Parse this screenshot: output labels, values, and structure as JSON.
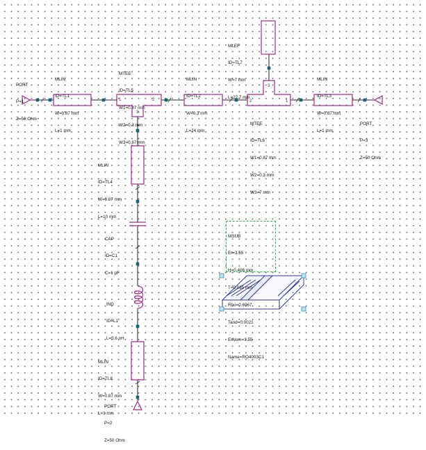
{
  "colors": {
    "component": "#a0288c",
    "wire": "#222222",
    "node": "#0c6e86",
    "msub_outline": "#2db84c",
    "substrate": "#2c3a8c"
  },
  "components": {
    "port1": {
      "lines": [
        "PORT",
        "P=1",
        "Z=50 Ohm"
      ]
    },
    "tl1": {
      "lines": [
        "MLIN",
        "ID=TL1",
        "W=0.87 mm",
        "L=1 mm"
      ]
    },
    "tl5": {
      "lines": [
        "MTEE",
        "ID=TL5",
        "W1=0.87 mm",
        "W2=0.3 mm",
        "W3=0.87 mm"
      ],
      "pins": [
        "1",
        "2",
        "3"
      ]
    },
    "tl2": {
      "lines": [
        "MLIN",
        "ID=TL2",
        "W=0.3 mm",
        "L=24 mm"
      ]
    },
    "tl7": {
      "lines": [
        "MLEF",
        "ID=TL7",
        "W=7 mm",
        "L=22.7 mm"
      ]
    },
    "tl6": {
      "lines": [
        "MTEE",
        "ID=TL6",
        "W1=0.87 mm",
        "W2=0.3 mm",
        "W3=7 mm"
      ],
      "pins": [
        "1",
        "2",
        "3"
      ]
    },
    "tl3": {
      "lines": [
        "MLIN",
        "ID=TL3",
        "W=0.87 mm",
        "L=1 mm"
      ]
    },
    "port3": {
      "lines": [
        "PORT",
        "P=3",
        "Z=50 Ohm"
      ]
    },
    "tl4": {
      "lines": [
        "MLIN",
        "ID=TL4",
        "W=0.87 mm",
        "L=10 mm"
      ]
    },
    "c1": {
      "lines": [
        "CAP",
        "ID=C1",
        "C=1 pF"
      ]
    },
    "l1": {
      "lines": [
        "IND",
        "ID=L1",
        "L=5.6 nH"
      ]
    },
    "tl8": {
      "lines": [
        "MLIN",
        "ID=TL8",
        "W=0.87 mm",
        "L=1 mm"
      ]
    },
    "port2": {
      "lines": [
        "PORT",
        "P=2",
        "Z=50 Ohm"
      ]
    },
    "msub": {
      "lines": [
        "MSUB",
        "Er=3.55",
        "H=0.406 mm",
        "T=0.035 mm",
        "Rho=0.6967",
        "Tand=0.0021",
        "ErNom=3.55",
        "Name=RO4003C1"
      ]
    }
  }
}
